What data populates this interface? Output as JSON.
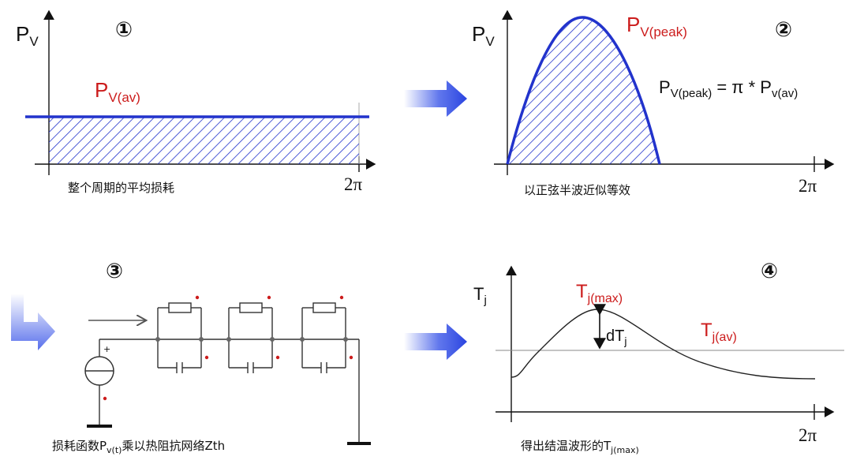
{
  "panel1": {
    "badge": "①",
    "y_label": "P",
    "y_sub": "V",
    "avg_label": "P",
    "avg_sub": "V(av)",
    "x_tick": "2π",
    "caption": "整个周期的平均损耗"
  },
  "panel2": {
    "badge": "②",
    "y_label": "P",
    "y_sub": "V",
    "peak_label": "P",
    "peak_sub": "V(peak)",
    "formula_p1": "P",
    "formula_s1": "V(peak)",
    "formula_mid": " = π * P",
    "formula_s2": "v(av)",
    "x_tick": "2π",
    "caption": "以正弦半波近似等效"
  },
  "panel3": {
    "badge": "③",
    "caption_a": "损耗函数P",
    "caption_sub": "v(t)",
    "caption_b": "乘以热阻抗网络Zth"
  },
  "panel4": {
    "badge": "④",
    "y_label": "T",
    "y_sub": "j",
    "max_label": "T",
    "max_sub": "j(max)",
    "dt_label": "dT",
    "dt_sub": "j",
    "av_label": "T",
    "av_sub": "j(av)",
    "x_tick": "2π",
    "caption_a": "得出结温波形的T",
    "caption_sub": "j(max)"
  },
  "colors": {
    "accent_blue": "#2233cc",
    "label_red": "#cc1c1c",
    "arrow_blue": "#3a56e8"
  }
}
